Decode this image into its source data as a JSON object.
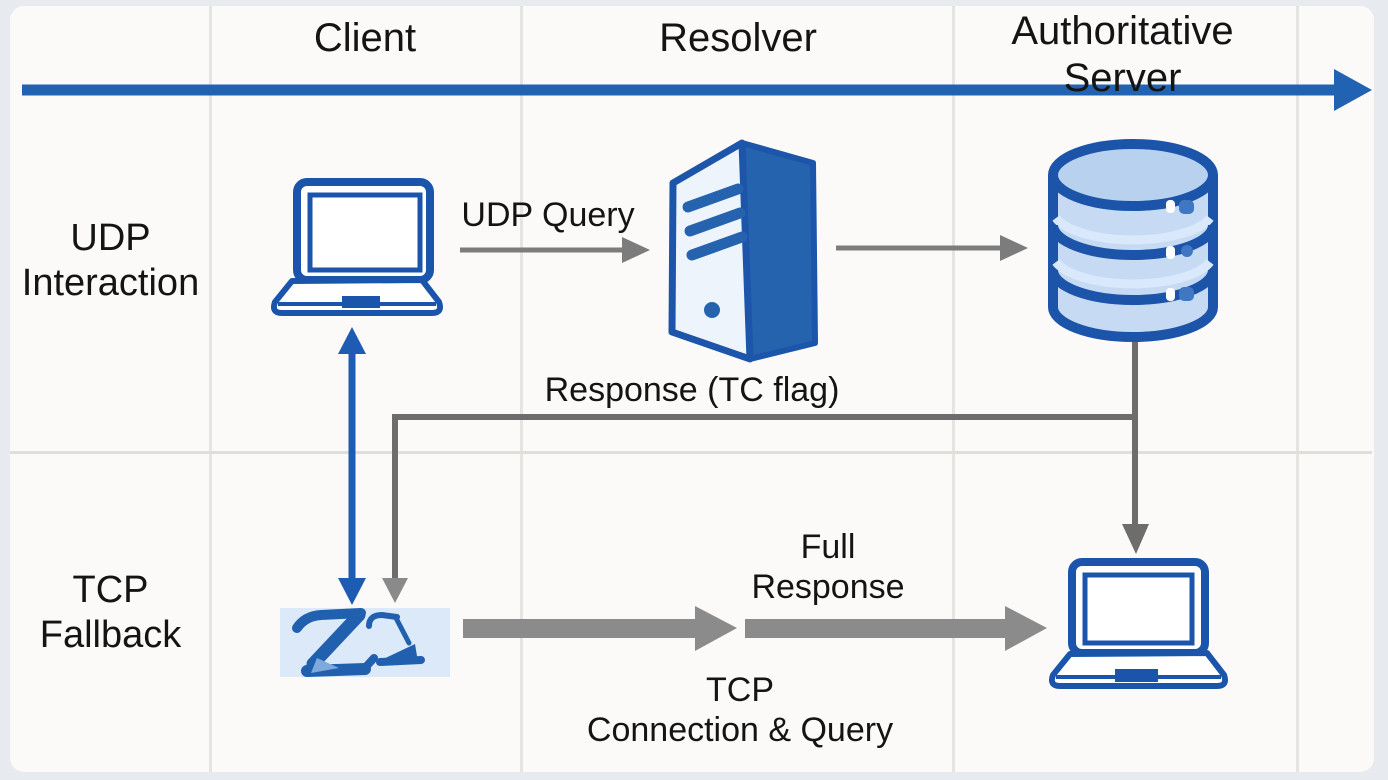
{
  "columns": [
    {
      "id": "client",
      "label": "Client"
    },
    {
      "id": "resolver",
      "label": "Resolver"
    },
    {
      "id": "authoritative-server",
      "label": "Authoritative Server",
      "lines": [
        "Authoritative",
        "Server"
      ]
    }
  ],
  "rows": [
    {
      "id": "udp-interaction",
      "label": "UDP Interaction",
      "lines": [
        "UDP",
        "Interaction"
      ]
    },
    {
      "id": "tcp-fallback",
      "label": "TCP Fallback",
      "lines": [
        "TCP",
        "Fallback"
      ]
    }
  ],
  "flows": {
    "udp_query": {
      "label": "UDP Query"
    },
    "response_tc_flag": {
      "label": "Response (TC flag)"
    },
    "full_response": {
      "label": "Full Response",
      "lines": [
        "Full",
        "Response"
      ]
    },
    "tcp_connection_query": {
      "label": "TCP Connection & Query",
      "lines": [
        "TCP",
        "Connection & Query"
      ]
    }
  },
  "icons": {
    "timeline": "arrow-right-icon",
    "client_udp": "laptop-icon",
    "resolver": "server-tower-icon",
    "authoritative": "database-icon",
    "client_tcp": "swan-glyph-icon",
    "authoritative_tcp": "laptop-icon"
  },
  "colors": {
    "timeline_blue": "#2262b2",
    "icon_outline_blue": "#1b55ab",
    "icon_side_blue": "#2563ae",
    "database_fill": "#c6daf3",
    "tcp_box_fill": "#dbe9f8",
    "arrow_gray": "#7c7c7c",
    "thick_arrow_gray": "#8b8b8b",
    "grid_line": "#e4e4e1",
    "card_background": "#fbfaf8",
    "page_background": "#e7ebef",
    "text": "#141414"
  }
}
